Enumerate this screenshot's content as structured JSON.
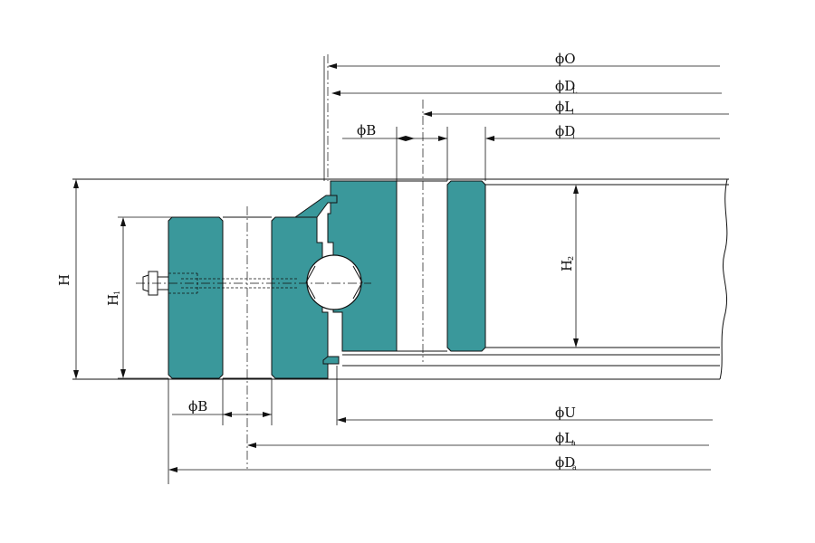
{
  "labels": {
    "dim_O": "ϕO",
    "dim_DL": "ϕD",
    "dim_DL_sub": "L",
    "dim_Li": "ϕL",
    "dim_Li_sub": "i",
    "dim_Di": "ϕD",
    "dim_Di_sub": "i",
    "dim_B_top": "ϕB",
    "dim_B_bottom": "ϕB",
    "dim_U": "ϕU",
    "dim_La": "ϕL",
    "dim_La_sub": "a",
    "dim_Da": "ϕD",
    "dim_Da_sub": "a",
    "height_H": "H",
    "height_H1": "H",
    "height_H1_sub": "1",
    "height_H2": "H",
    "height_H2_sub": "2"
  },
  "colors": {
    "ring_fill": "#3a989b",
    "line": "#111111",
    "background": "#ffffff"
  }
}
